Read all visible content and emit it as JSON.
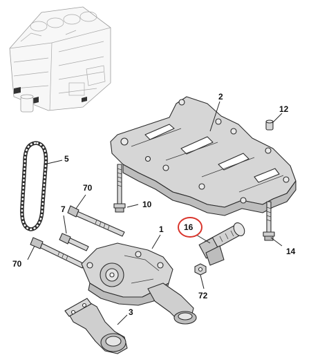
{
  "callouts": {
    "oil_pump": "1",
    "oil_sump_baffle": "2",
    "pickup_pipe": "3",
    "drive_chain": "5",
    "screw_7": "7",
    "screw_10": "10",
    "cap_12": "12",
    "screw_14": "14",
    "solenoid_valve": "16",
    "screw_70_top": "70",
    "screw_70_left": "70",
    "nut_72": "72"
  },
  "highlight": {
    "callout": "16",
    "color": "#d9342b"
  },
  "colors": {
    "part_fill": "#dcdcdc",
    "part_shade": "#b9b9b9",
    "outline": "#2a2a2a",
    "engine_outline": "#9a9a9a"
  }
}
